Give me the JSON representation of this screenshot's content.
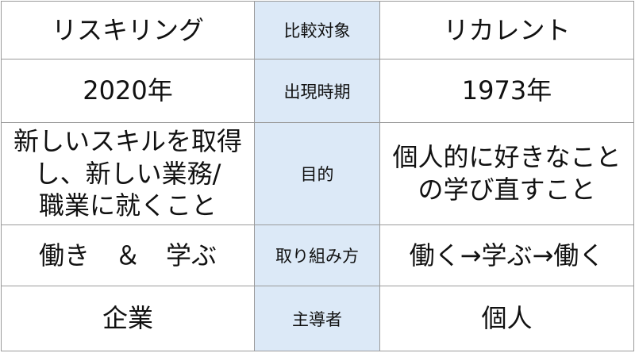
{
  "rows": [
    {
      "left": "リスキリング",
      "label": "比較対象",
      "right": "リカレント"
    },
    {
      "left": "2020年",
      "label": "出現時期",
      "right": "1973年"
    },
    {
      "left": "新しいスキルを取得\nし、新しい業務/\n職業に就くこと",
      "label": "目的",
      "right": "個人的に好きなこと\nの学び直すこと"
    },
    {
      "left": "働き　＆　学ぶ",
      "label": "取り組み方",
      "right": "働く→学ぶ→働く"
    },
    {
      "left": "企業",
      "label": "主導者",
      "right": "個人"
    }
  ],
  "colors": {
    "label_column_bg": "#dce9f7",
    "grid_line": "#9a9a9a"
  }
}
